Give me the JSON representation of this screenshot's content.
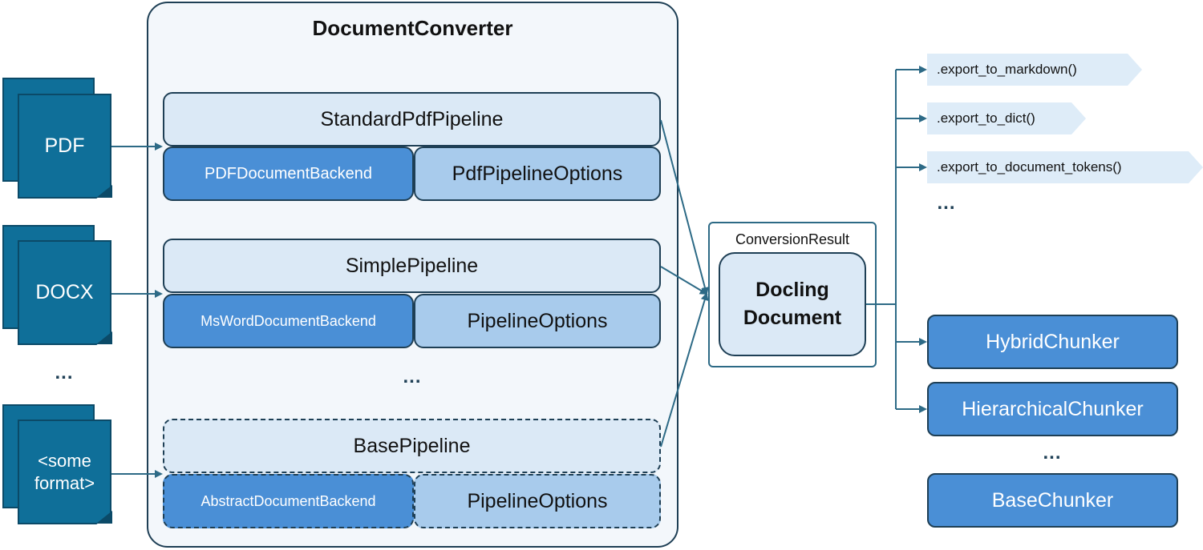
{
  "inputs": {
    "pdf": "PDF",
    "docx": "DOCX",
    "ellipsis": "...",
    "other_line1": "<some",
    "other_line2": "format>"
  },
  "converter": {
    "title": "DocumentConverter",
    "standard_pdf": {
      "pipeline": "StandardPdfPipeline",
      "backend": "PDFDocumentBackend",
      "options": "PdfPipelineOptions"
    },
    "simple": {
      "pipeline": "SimplePipeline",
      "backend": "MsWordDocumentBackend",
      "options": "PipelineOptions"
    },
    "ellipsis": "...",
    "base": {
      "pipeline": "BasePipeline",
      "backend": "AbstractDocumentBackend",
      "options": "PipelineOptions"
    }
  },
  "result": {
    "label": "ConversionResult",
    "doc_line1": "Docling",
    "doc_line2": "Document"
  },
  "exports": [
    ".export_to_markdown()",
    ".export_to_dict()",
    ".export_to_document_tokens()"
  ],
  "exports_ellipsis": "...",
  "chunkers": {
    "hybrid": "HybridChunker",
    "hierarchical": "HierarchicalChunker",
    "ellipsis": "...",
    "base": "BaseChunker"
  },
  "colors": {
    "doc_icon": "#0f6f99",
    "box_light": "#dbe9f6",
    "box_mid": "#a8cbec",
    "box_dark": "#4a8fd6",
    "outline": "#1e3f55",
    "arrow": "#2d6a86"
  }
}
